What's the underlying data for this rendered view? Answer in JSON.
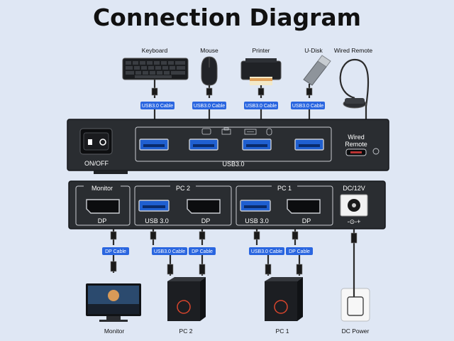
{
  "title": "Connection Diagram",
  "top_devices": [
    {
      "name": "Keyboard",
      "cable": "USB3.0 Cable"
    },
    {
      "name": "Mouse",
      "cable": "USB3.0 Cable"
    },
    {
      "name": "Printer",
      "cable": "USB3.0 Cable"
    },
    {
      "name": "U-Disk",
      "cable": "USB3.0 Cable"
    },
    {
      "name": "Wired Remote"
    }
  ],
  "front_panel": {
    "switch_label": "ON/OFF",
    "usb_group_label": "USB3.0",
    "remote_port_label_line1": "Wired",
    "remote_port_label_line2": "Remote"
  },
  "back_panel": {
    "monitor_label": "Monitor",
    "pc2_label": "PC 2",
    "pc1_label": "PC 1",
    "power_label": "DC/12V",
    "dp_label": "DP",
    "usb_label": "USB 3.0",
    "power_polarity": "-⊙-+"
  },
  "bottom_cables": [
    "DP Cable",
    "USB3.0 Cable",
    "DP Cable",
    "USB3.0 Cable",
    "DP Cable"
  ],
  "bottom_devices": [
    {
      "name": "Monitor"
    },
    {
      "name": "PC 2"
    },
    {
      "name": "PC 1"
    },
    {
      "name": "DC Power"
    }
  ],
  "colors": {
    "background": "#dfe7f4",
    "chassis": "#2a2d31",
    "usb_port": "#1f5fd0",
    "cable_tag": "#2a66e0"
  }
}
